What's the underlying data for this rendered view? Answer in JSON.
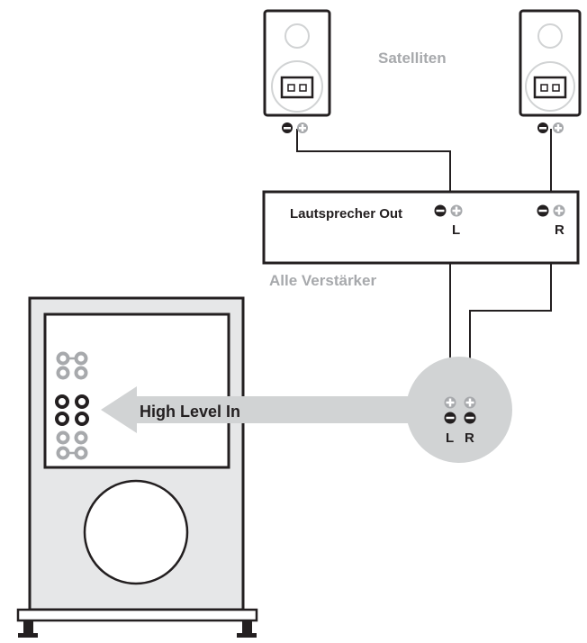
{
  "satellites": {
    "label": "Satelliten"
  },
  "amplifier": {
    "output_label": "Lautsprecher Out",
    "left_channel": "L",
    "right_channel": "R",
    "caption": "Alle Verstärker"
  },
  "subwoofer_input": {
    "arrow_label": "High Level In",
    "left_channel": "L",
    "right_channel": "R"
  },
  "colors": {
    "outline": "#231f20",
    "muted_gray": "#a7a9ac",
    "light_gray": "#d1d3d4",
    "panel_gray": "#e6e7e8"
  }
}
